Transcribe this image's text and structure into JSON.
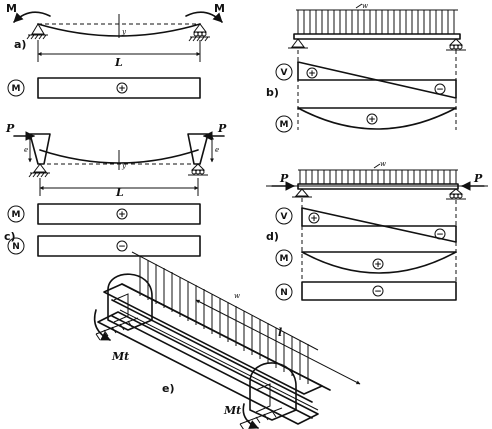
{
  "panels": {
    "a": {
      "label": "a)",
      "moment_left": "M",
      "moment_right": "M",
      "deflection": "y",
      "span": "L",
      "diagram_M": "M",
      "sign_M": "+"
    },
    "b": {
      "label": "b)",
      "load": "w",
      "diagram_V": "V",
      "sign_V_left": "+",
      "sign_V_right": "−",
      "diagram_M": "M",
      "sign_M": "+"
    },
    "c": {
      "label": "c)",
      "force_left": "P",
      "force_right": "P",
      "ecc_left": "e",
      "ecc_right": "e",
      "deflection": "y",
      "span": "L",
      "diagram_M": "M",
      "sign_M": "+",
      "diagram_N": "N",
      "sign_N": "−"
    },
    "d": {
      "label": "d)",
      "load": "w",
      "force_left": "P",
      "force_right": "P",
      "diagram_V": "V",
      "sign_V_left": "+",
      "sign_V_right": "−",
      "diagram_M": "M",
      "sign_M": "+",
      "diagram_N": "N",
      "sign_N": "−"
    },
    "e": {
      "label": "e)",
      "torque_left": "Mt",
      "torque_right": "Mt",
      "load": "w",
      "span": "l"
    }
  },
  "colors": {
    "ink": "#111111",
    "paper": "#ffffff"
  }
}
